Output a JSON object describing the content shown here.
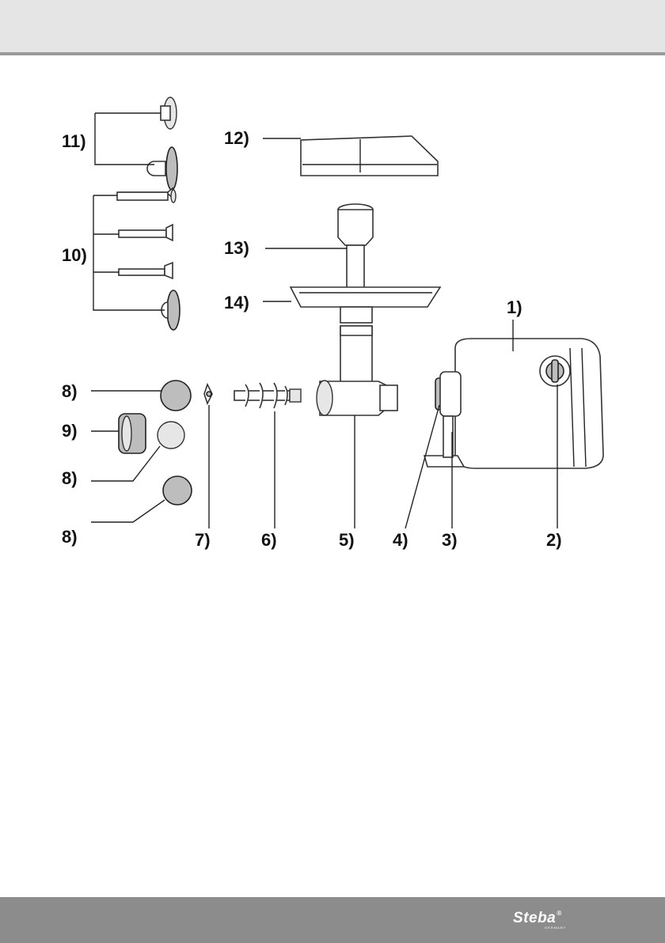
{
  "header": {},
  "diagram": {
    "labels": {
      "p1": "1)",
      "p2": "2)",
      "p3": "3)",
      "p4": "4)",
      "p5": "5)",
      "p6": "6)",
      "p7": "7)",
      "p8a": "8)",
      "p8b": "8)",
      "p8c": "8)",
      "p9": "9)",
      "p10": "10)",
      "p11": "11)",
      "p12": "12)",
      "p13": "13)",
      "p14": "14)"
    }
  },
  "footer": {
    "logo_text": "Steba",
    "logo_mark": "®",
    "logo_sub": "GERMANY"
  },
  "colors": {
    "top_band": "#e5e5e5",
    "top_rule": "#9a9a9a",
    "footer": "#8c8c8c",
    "logo": "#ffffff"
  }
}
